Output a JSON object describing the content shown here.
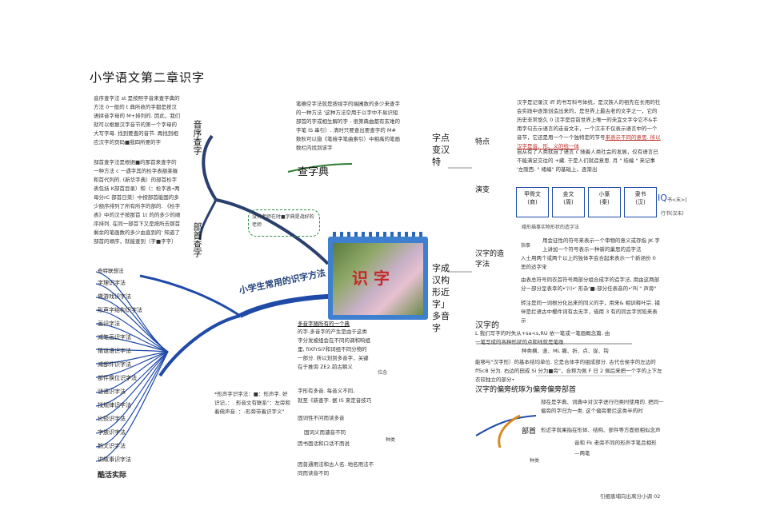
{
  "title": "小学语文第二章识字",
  "center": {
    "label": "识 字",
    "main_branch": "小学生常用的识字方法"
  },
  "left_top": {
    "phonetic_head": "音序查字",
    "phonetic_text": "音序查字法 st 是按照字音来查字典的方法 0一般的 t 典所收的字都是按汉语拼音字母的 M+排列的. 因此，我们就可以根据汉字音节的第一个字母的大写字母. 找到要查的音节. 再找到相应汉字的页码■我四所要的字",
    "radical_head": "部首查字",
    "radical_text": "部首查字法是根据■的那首来查字的一种方法 c 一遇字其的检字表额某躲和首代列的. (新华字典）的部首检字表包括 K部首目录）和（：检字表•两母分rC 部首日菜）中按部首能国的多少额序排列了所有所字的部的. 《检字表》中的汉子按那首 1t 的的多少的顺序排列. 在同一部首下又是按所去那首剩余的笔画数的多少由直到的' 知道了部首的顺序，就能查到（字■字字）",
    "stroke_text": "笔确空字法就是按视字的端圃数的多少来查字的一种方法 '这种方法空用于以字中不易识短部首的字或相生解的字 - 很第典曲都有玄难的字笔 IS 串引）. 清时只要查出要查字的 M# 数秋可以翅《笔檢字笔曲索引）中相禹的笔画数栏内找到该字",
    "dict": "查字典",
    "bubble": "没有老师在时■字典是战好的老师"
  },
  "methods_head": "常用的识字方法",
  "methods": [
    "奇特联想法",
    "字理识字法",
    "做游戏识字法",
    "形声字结构识字法",
    "画识字法",
    "减笔画识字法",
    "猜谜语识字法",
    "减部件识字法",
    "部件换位识字法",
    "谜语识字法",
    "找规律识字法",
    "比较识字法",
    "字族识字法",
    "韵文识字法",
    "讲故事识字法",
    "酷活实际"
  ],
  "bottom_mid": {
    "poly_head": "多音字随所有的一个典",
    "poly_text": "的字-多音字的产生是由于这类字分发被组会在不同的调和响组里, fIXFrSi?和词组不同分物的一部分. 所以划到多音字，关键在于推询 ZE2.前古瞬义",
    "speech_text": "*形声字识字法：■：形声字. 好识记，：. 形音文有联系\"：左旁和着佛声音. ：-形旁带着识字义\"",
    "zixing": "字形有多音. 每音义不同,",
    "ex1": "就至《新查字. 据 IS 来定音技巧",
    "ex2": "固词性不问而读多音",
    "ex3": "国词义而谴音不同",
    "ex4": "因书面话和口话不而说",
    "ex5": "因普通用法和古人名. 地名用法不同而读音不同",
    "label_wei": "位念",
    "label_zhong": "种类"
  },
  "right": {
    "char_head": "字点变汉特",
    "char_short": "特点",
    "char_text": "汉字是记录汉 iff 的书写科号体统，是汉族人的祖先在长用的社会实践中逐渐创造出来的，是世界上最古老的文字之一，它的历史非常悠久 0 汉字是目前世界上唯一的未宜文字令它不&手用字句去示语言的走音文丰，一个汉丰不仅表示语言中的一个音节，它还是用一个一个独特定的节号",
    "char_link": "来表示不同的意思. 所以汉字是音、形、义的统一体",
    "evo_text": "自从有了人类就自了语言 c 随着人类社会的发展，仅有语言已不能满足交往的 +藏. 于是人们就造意思. 月 \" 结编 \" 来记事 '左阪西. \"  绪编\" 的基础上，逐渐出",
    "evo_head": "演变",
    "evo_table": [
      "甲骨文",
      "金文",
      "小篆",
      "隶书"
    ],
    "evo_table2": [
      "(商)",
      "(周)",
      "(秦)",
      "(汉)"
    ],
    "evo_after": [
      "IQ",
      "书<末>]",
      "行书(汉末)"
    ],
    "evo_caption": "峨形描事实物形状的造字法",
    "struct_head": "汉字的造字法",
    "struct_side": "字成汉构形近字」多音字",
    "zhishi": "指事",
    "zhishi_text": "用会征性的符号来表示一个审物的意义或存指 JK 字上讲加一个符号表示一种新的巢思的造字法",
    "huiyi_text": "入士用两个或两个以上的独体字会合起来表示一个新涵份 0 思的适字宋",
    "xingsheng_text": "由表总符号同衣首符号两部分组合成字的造字法, 用由这两部分一部分呈表幸的•'川•' 形杂'■-部分任表音的•'叫  \" 声旁\"",
    "jiajie_text": "转注是同一词根分化出来的同义的字，用来& 相训释叶宗. 捕伴是拦语古中樱件词有古无字，借用 3 有的同古字贸陷来表示",
    "stroke_section": "汉字的",
    "stroke_L": "L 我们写字的时失从+sa<s,RU 依一笔或一笔画概念篇. 由一笔写成的各种形状的点和线就是笔画",
    "stroke_kinds": "种类横、竖、ML 撇、折、点、捉、钩",
    "comp_text": "能够与\"汉字形）的基本结均单位. 它是合体字的组成部分. 古代仓侯字的左边的 ff5cB 分为. 右边的田成 Si 分为■旁\"，合称为佩 F 日 2 佩后来把一个字的上下左衣较独立的部分•",
    "radical_head2": "汉字的偏旁统琢为偏旁偏旁部首",
    "radical_a": "部在是字典、词典中对汉字进行归类时使用的. 把同一偏旁的字归为一类. 这个偏旁要烂这类半的时",
    "radical_b": "形近字就果指在形体、结构、部件等方面很相似念声",
    "radical_c": "音和 Fk 老旁不同的形声字笔且相形",
    "radical_d": "—两笔",
    "radical_label": "部首",
    "kind_label": "种类"
  },
  "footer": "引细患埔向出离分小调 02"
}
